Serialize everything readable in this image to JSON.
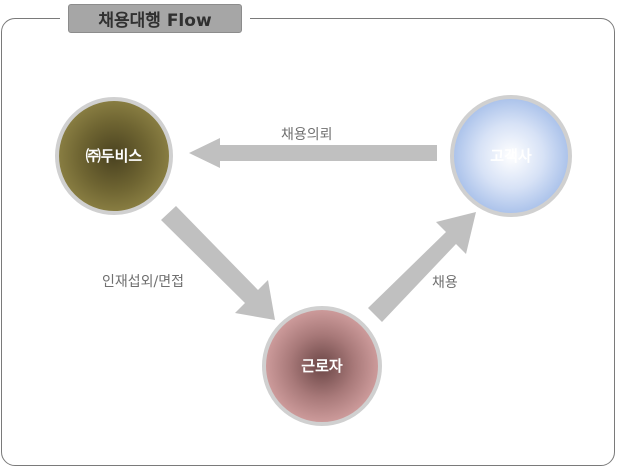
{
  "title": "채용대행 Flow",
  "nodes": {
    "dubis": {
      "label": "㈜두비스",
      "color": "#7e7339"
    },
    "client": {
      "label": "고객사",
      "color": "#b7cdee"
    },
    "worker": {
      "label": "근로자",
      "color": "#c08e8e"
    }
  },
  "edges": {
    "request": {
      "label": "채용의뢰"
    },
    "interview": {
      "label": "인재섭외/면접"
    },
    "hire": {
      "label": "채용"
    }
  }
}
